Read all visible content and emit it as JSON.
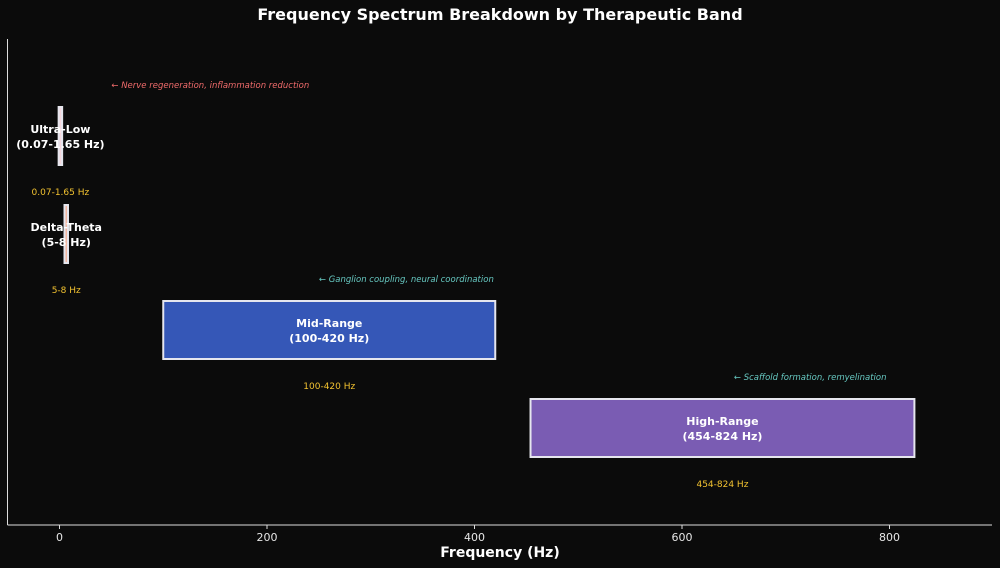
{
  "chart_data": {
    "type": "bar",
    "orientation": "horizontal",
    "title": "Frequency Spectrum Breakdown by Therapeutic Band",
    "xlabel": "Frequency (Hz)",
    "ylabel": "",
    "xlim": [
      -50,
      900
    ],
    "xticks": [
      0,
      200,
      400,
      600,
      800
    ],
    "grid": false,
    "bands": [
      {
        "label_line1": "Ultra-Low",
        "label_line2": "(0.07-1.65 Hz)",
        "start": 0.07,
        "end": 1.65,
        "range_text": "0.07-1.65 Hz",
        "color": "#f4d6dc",
        "annotation": "← Nerve regeneration, inflammation reduction",
        "annotation_color": "#f06b6b",
        "annotation_x": 50
      },
      {
        "label_line1": "Delta-Theta",
        "label_line2": "(5-8 Hz)",
        "start": 5,
        "end": 8,
        "range_text": "5-8 Hz",
        "color": "#f2b7a2",
        "annotation": "",
        "annotation_color": "",
        "annotation_x": null
      },
      {
        "label_line1": "Mid-Range",
        "label_line2": "(100-420 Hz)",
        "start": 100,
        "end": 420,
        "range_text": "100-420 Hz",
        "color": "#3557b7",
        "annotation": "← Ganglion coupling, neural coordination",
        "annotation_color": "#66c7c0",
        "annotation_x": 250
      },
      {
        "label_line1": "High-Range",
        "label_line2": "(454-824 Hz)",
        "start": 454,
        "end": 824,
        "range_text": "454-824 Hz",
        "color": "#7a5cb3",
        "annotation": "← Scaffold formation, remyelination",
        "annotation_color": "#66c7c0",
        "annotation_x": 650
      }
    ]
  }
}
